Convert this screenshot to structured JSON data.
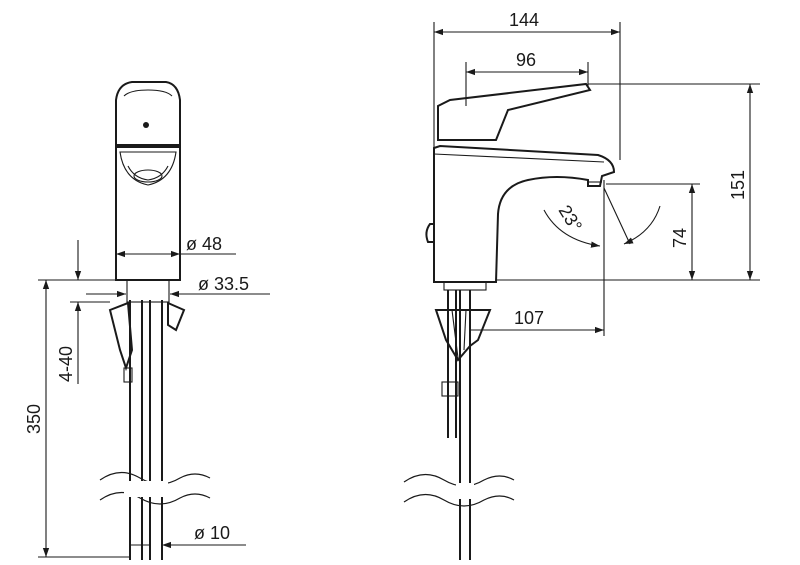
{
  "front_view": {
    "dims": {
      "body_diameter": "ø 48",
      "shank_diameter": "ø 33.5",
      "hose_diameter": "ø 10",
      "hose_length": "350",
      "counter_thickness": "4-40"
    }
  },
  "side_view": {
    "dims": {
      "total_depth": "144",
      "lever_length": "96",
      "total_height": "151",
      "spout_height": "74",
      "spout_reach": "107",
      "lever_angle": "23°"
    }
  }
}
